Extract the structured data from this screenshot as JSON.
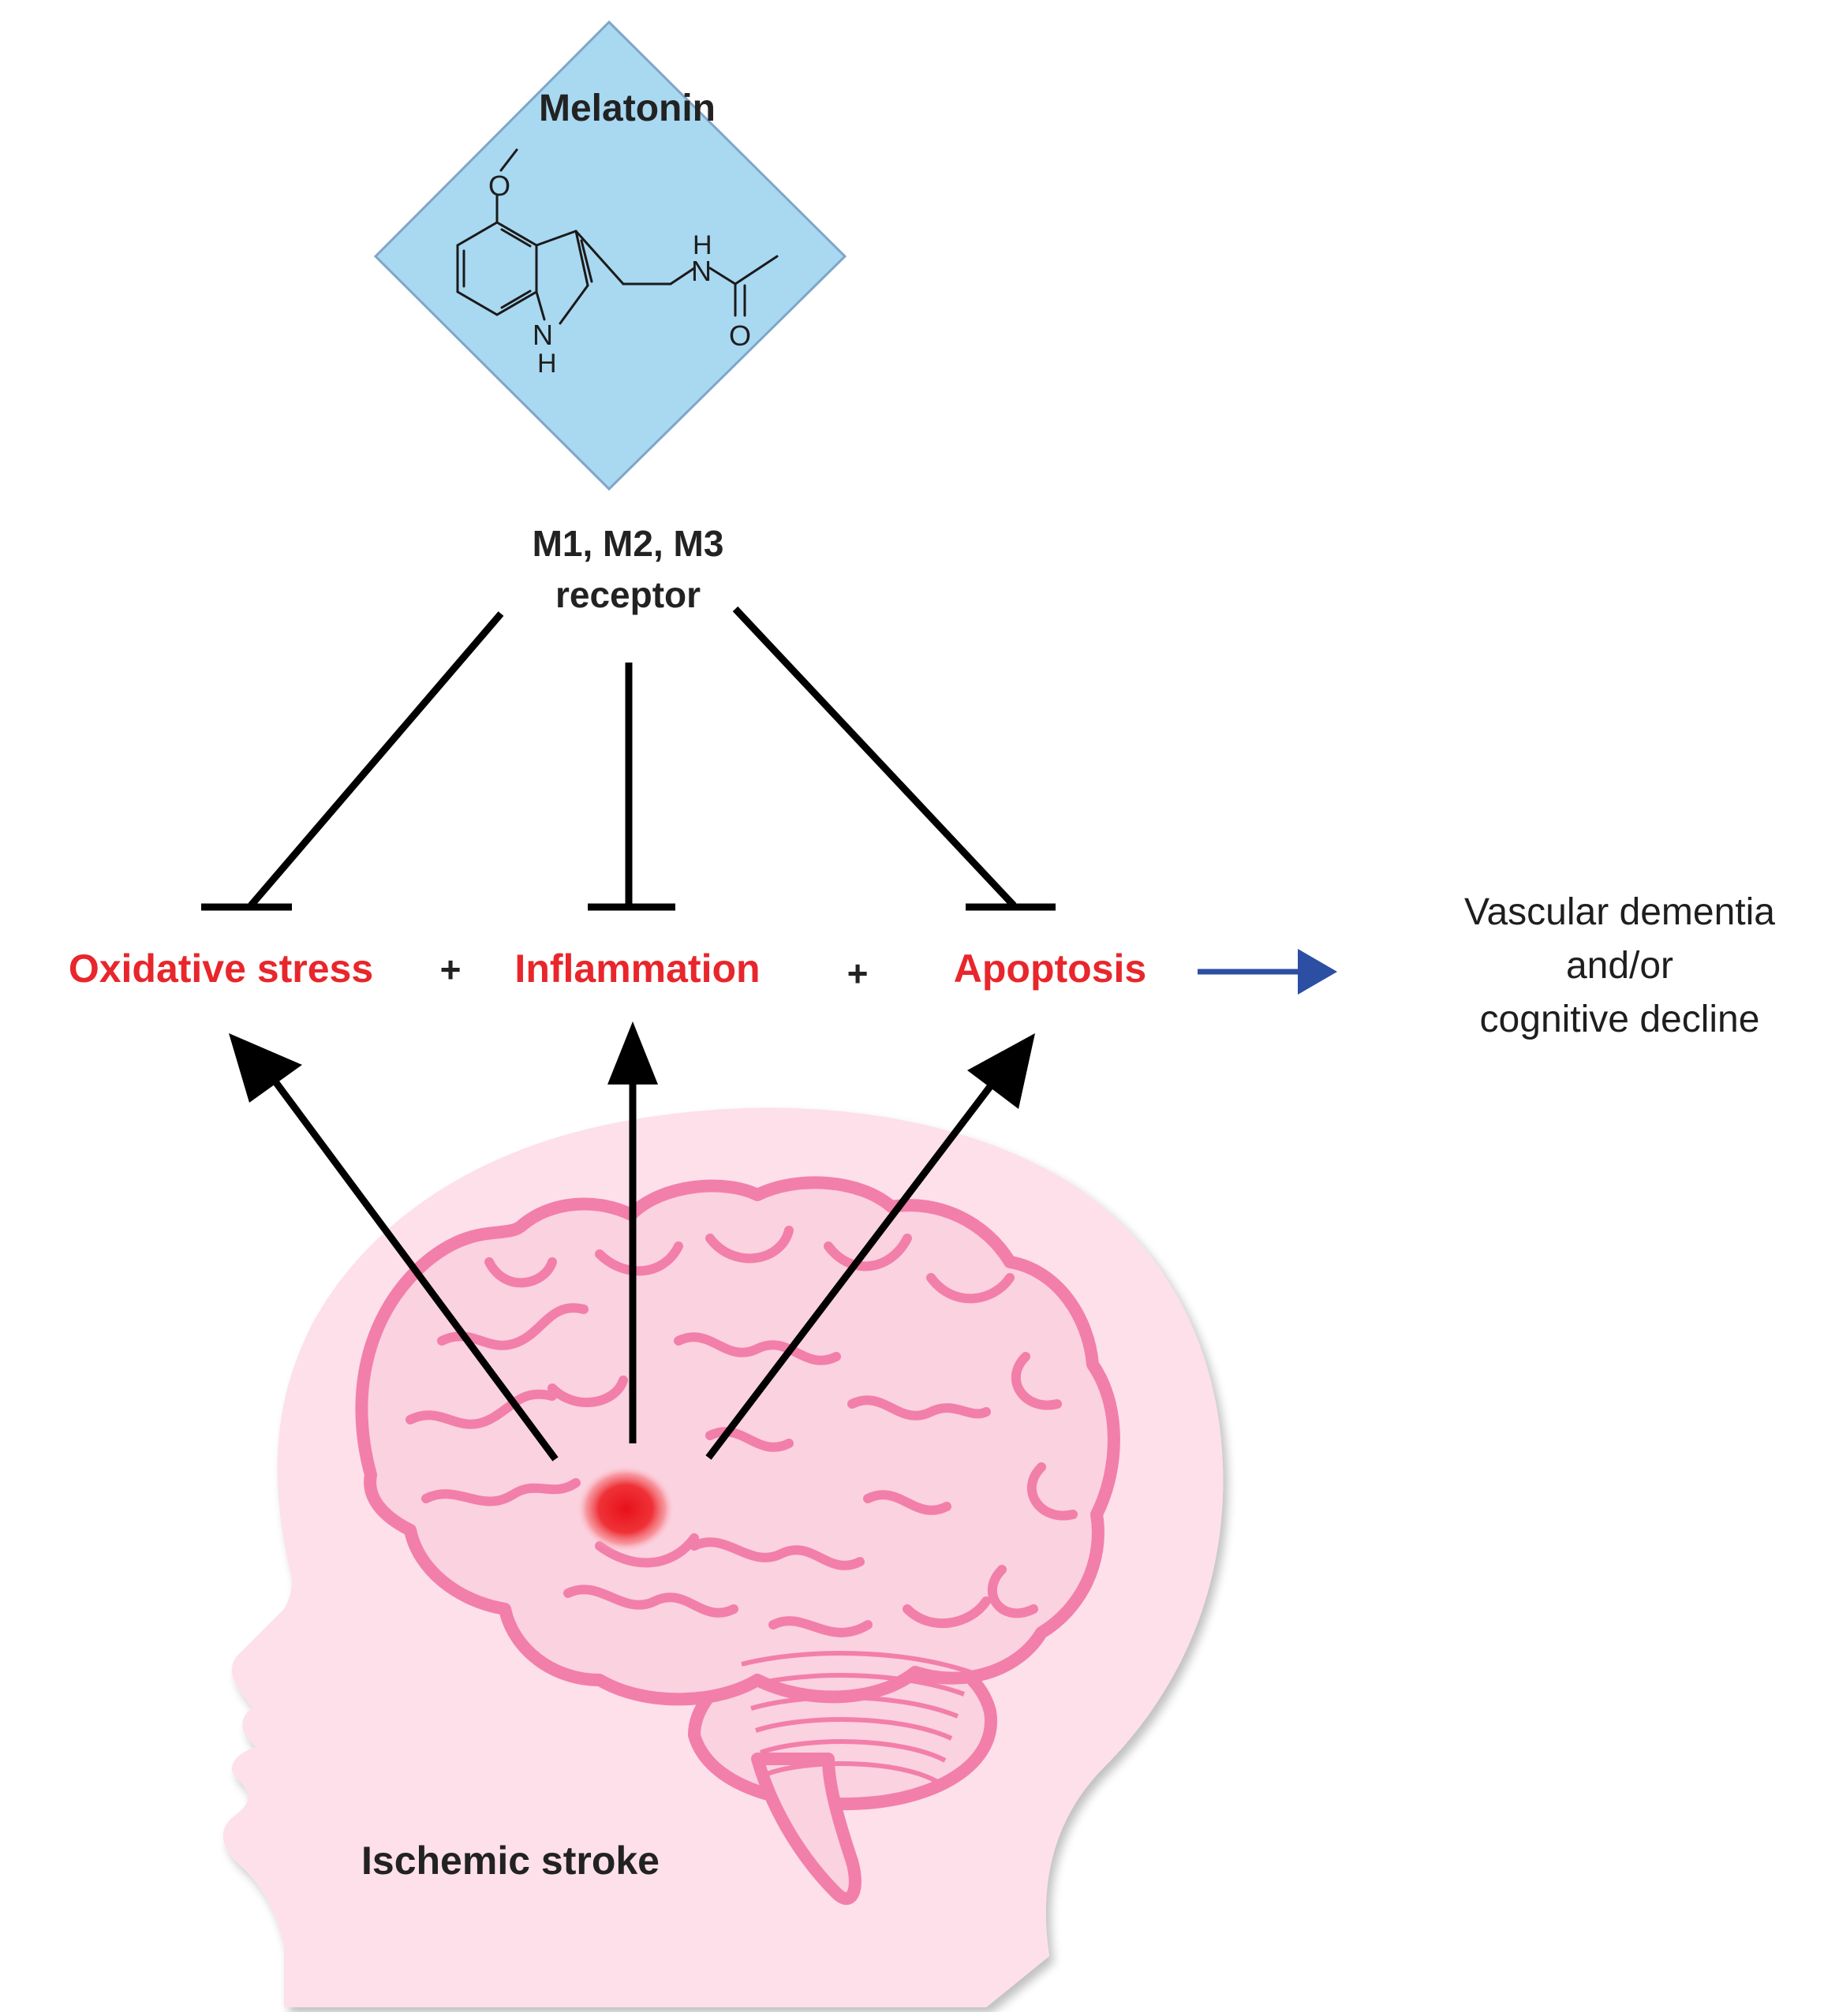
{
  "molecule": {
    "name": "Melatonin",
    "atoms": {
      "o_methoxy": "O",
      "h_amide": "H",
      "n_amide": "N",
      "o_carbonyl": "O",
      "n_ring": "N",
      "h_ring": "H"
    },
    "box_fill": "#a9d8f1",
    "box_stroke": "#7fa6c8"
  },
  "receptor": {
    "line1": "M1, M2, M3",
    "line2": "receptor"
  },
  "processes": {
    "oxidative": "Oxidative stress",
    "plus1": "+",
    "inflammation": "Inflammation",
    "plus2": "+",
    "apoptosis": "Apoptosis",
    "color": "#e8262b"
  },
  "outcome": {
    "line1": "Vascular dementia",
    "line2": "and/or",
    "line3": "cognitive decline",
    "arrow_color": "#2c4fa3"
  },
  "stroke": {
    "label": "Ischemic stroke"
  },
  "colors": {
    "head_fill": "#fde0ea",
    "brain_fill": "#fbd2e0",
    "brain_stroke": "#f27fa9",
    "lesion": "#e8101a"
  },
  "icons": [
    "inhibition-bar-icon",
    "activation-arrow-icon",
    "brain-icon",
    "head-silhouette-icon",
    "lesion-icon"
  ]
}
